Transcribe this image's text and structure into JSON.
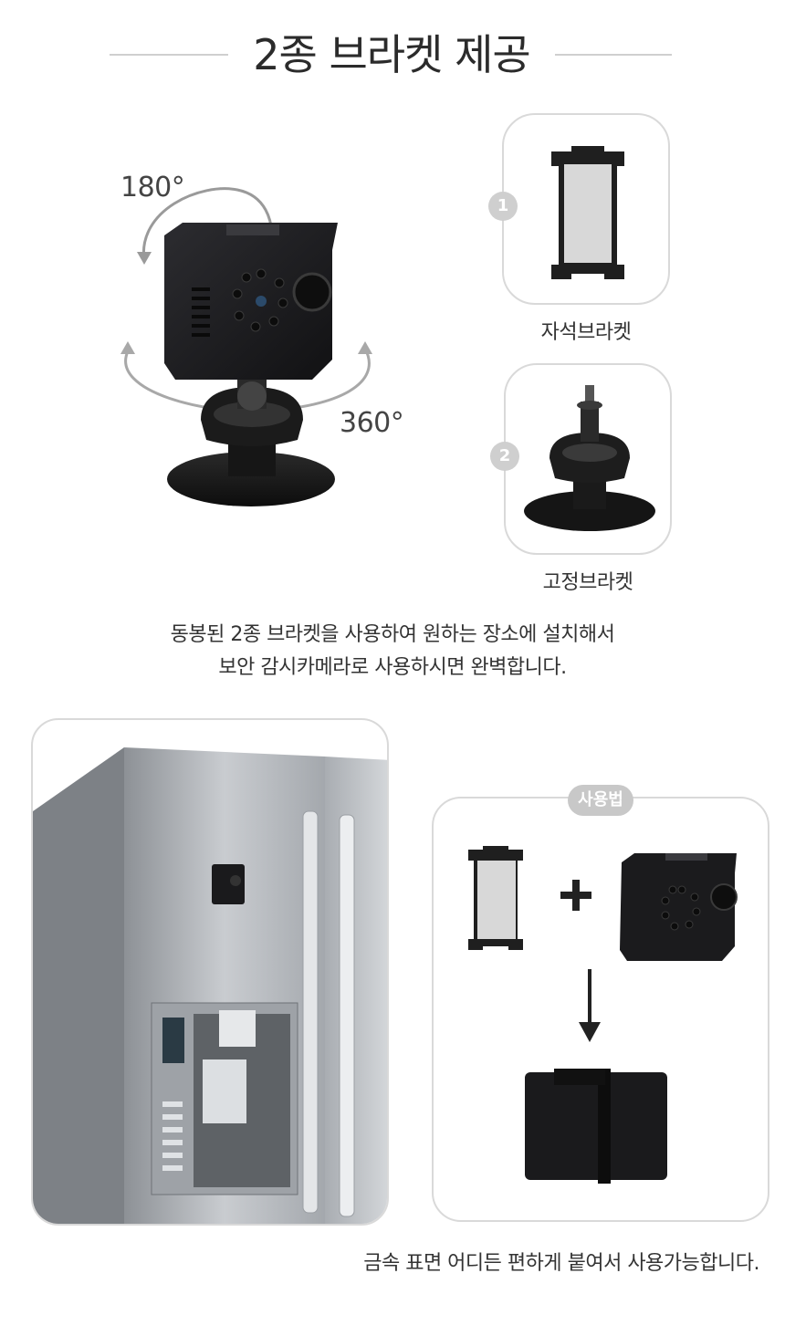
{
  "header": {
    "title": "2종 브라켓 제공"
  },
  "main_illustration": {
    "rotation_top_label": "180°",
    "rotation_bottom_label": "360°"
  },
  "brackets": [
    {
      "number": "1",
      "label": "자석브라켓",
      "icon": "magnet-bracket-icon"
    },
    {
      "number": "2",
      "label": "고정브라켓",
      "icon": "fixed-mount-bracket-icon"
    }
  ],
  "description": {
    "line1": "동봉된 2종 브라켓을 사용하여 원하는 장소에 설치해서",
    "line2": "보안 감시카메라로 사용하시면 완벽합니다."
  },
  "usage": {
    "badge": "사용법"
  },
  "footer": {
    "text": "금속 표면 어디든 편하게 붙여서 사용가능합니다."
  },
  "colors": {
    "accent_gray": "#cfcfcf",
    "text": "#333333",
    "camera_body": "#1c1c1e",
    "fridge_steel": "#b9bdc2"
  }
}
